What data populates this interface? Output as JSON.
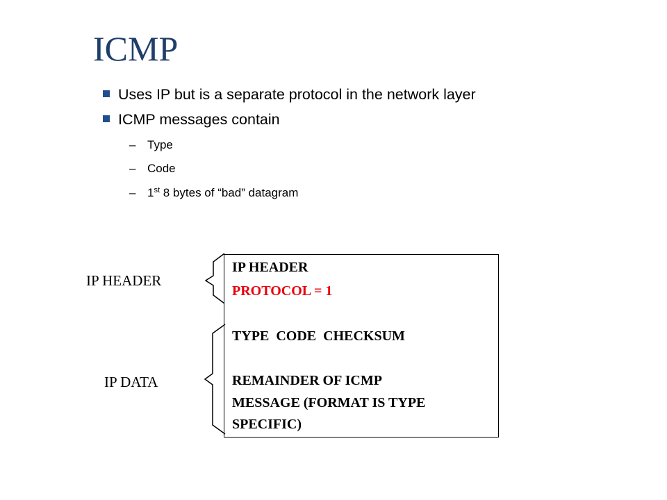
{
  "slide": {
    "title": "ICMP",
    "bullets": [
      "Uses IP but is a separate protocol in the network layer",
      "ICMP messages contain"
    ],
    "sub_items": [
      {
        "dash": "–",
        "text": "Type"
      },
      {
        "dash": "–",
        "text": "Code"
      },
      {
        "dash": "–",
        "prefix": "1",
        "sup": "st",
        "text": " 8 bytes of “bad” datagram"
      }
    ]
  },
  "diagram": {
    "labels": {
      "header": "IP HEADER",
      "data": "IP DATA"
    },
    "box": {
      "header_line": "IP HEADER",
      "protocol_line": "PROTOCOL = 1",
      "fields_line": "TYPE  CODE  CHECKSUM",
      "remainder_lines": [
        "REMAINDER OF ICMP",
        "MESSAGE (FORMAT IS TYPE",
        "SPECIFIC)"
      ]
    },
    "colors": {
      "title": "#1f3f6a",
      "bullet_square": "#1f4f8f",
      "protocol_text": "#e8000b"
    }
  }
}
